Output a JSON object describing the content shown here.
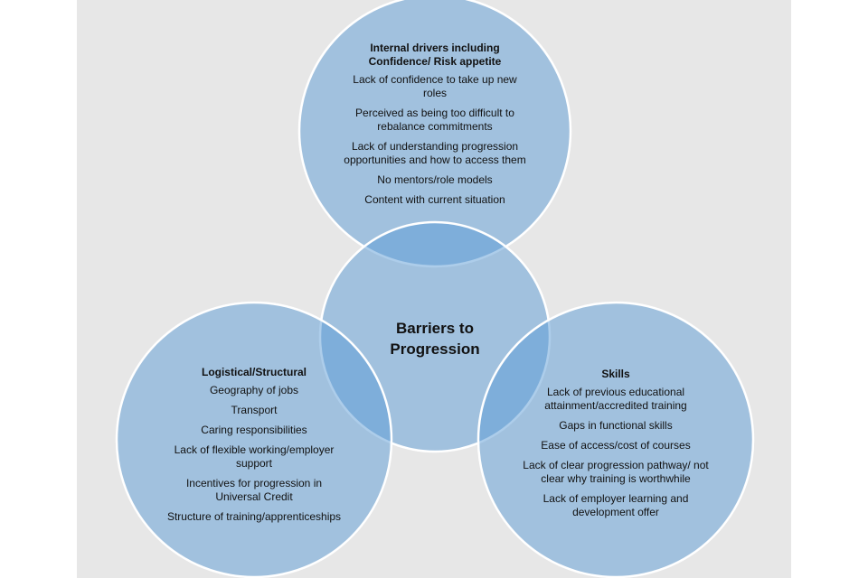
{
  "center": {
    "title_line1": "Barriers to",
    "title_line2": "Progression"
  },
  "internal": {
    "heading_line1": "Internal drivers including",
    "heading_line2": "Confidence/ Risk appetite",
    "items": [
      "Lack of confidence to take up new roles",
      "Perceived as being too difficult to rebalance commitments",
      "Lack of understanding progression opportunities and how to access them",
      "No mentors/role models",
      "Content with current situation"
    ]
  },
  "logistical": {
    "heading": "Logistical/Structural",
    "items": [
      "Geography of jobs",
      "Transport",
      "Caring responsibilities",
      "Lack of flexible working/employer support",
      "Incentives for progression in Universal Credit",
      "Structure of training/apprenticeships"
    ]
  },
  "skills": {
    "heading": "Skills",
    "items": [
      "Lack of previous educational attainment/accredited training",
      "Gaps in functional skills",
      "Ease of access/cost of courses",
      "Lack of clear progression pathway/ not clear why training is worthwhile",
      "Lack of employer learning and development offer"
    ]
  },
  "colors": {
    "circle": "#5b9bd5",
    "background": "#e7e7e7"
  }
}
